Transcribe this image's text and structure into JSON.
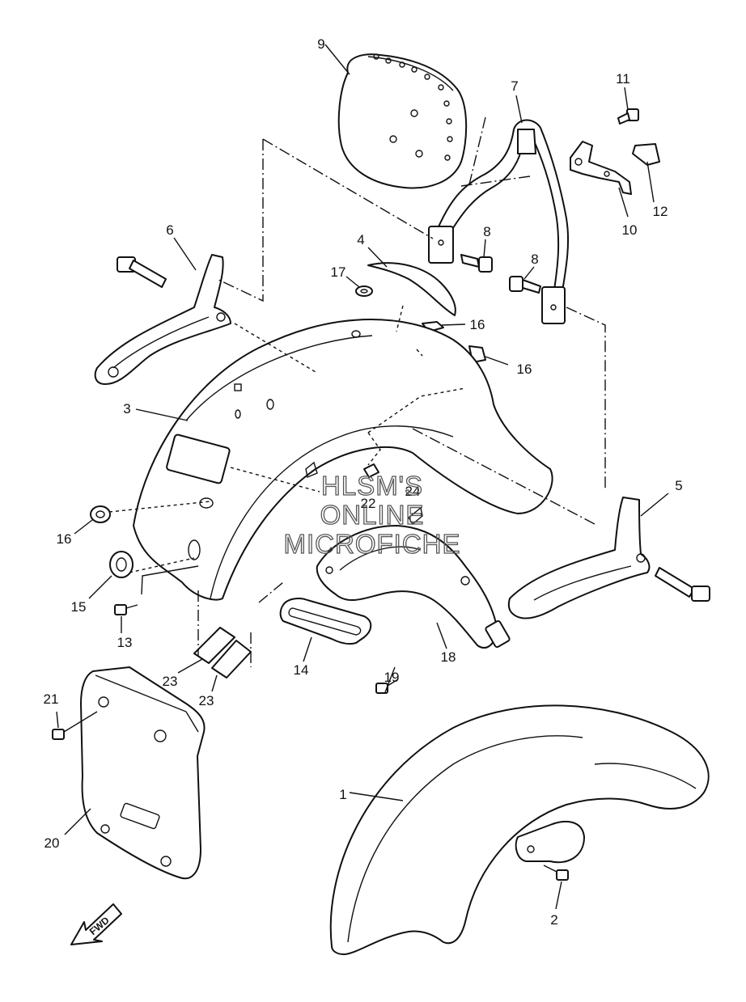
{
  "callouts": [
    {
      "id": "1",
      "label": "1"
    },
    {
      "id": "2",
      "label": "2"
    },
    {
      "id": "3",
      "label": "3"
    },
    {
      "id": "4",
      "label": "4"
    },
    {
      "id": "5",
      "label": "5"
    },
    {
      "id": "6",
      "label": "6"
    },
    {
      "id": "7",
      "label": "7"
    },
    {
      "id": "8a",
      "label": "8"
    },
    {
      "id": "8b",
      "label": "8"
    },
    {
      "id": "9",
      "label": "9"
    },
    {
      "id": "10",
      "label": "10"
    },
    {
      "id": "11",
      "label": "11"
    },
    {
      "id": "12",
      "label": "12"
    },
    {
      "id": "13",
      "label": "13"
    },
    {
      "id": "14",
      "label": "14"
    },
    {
      "id": "15",
      "label": "15"
    },
    {
      "id": "16a",
      "label": "16"
    },
    {
      "id": "16b",
      "label": "16"
    },
    {
      "id": "16c",
      "label": "16"
    },
    {
      "id": "17",
      "label": "17"
    },
    {
      "id": "18",
      "label": "18"
    },
    {
      "id": "19",
      "label": "19"
    },
    {
      "id": "20",
      "label": "20"
    },
    {
      "id": "21",
      "label": "21"
    },
    {
      "id": "22",
      "label": "22"
    },
    {
      "id": "23a",
      "label": "23"
    },
    {
      "id": "23b",
      "label": "23"
    },
    {
      "id": "24",
      "label": "24"
    }
  ],
  "fwd_arrow": {
    "label": "FWD"
  },
  "watermark": {
    "line1": "HLSM'S",
    "line2": "ONLINE",
    "line3": "MICROFICHE"
  }
}
